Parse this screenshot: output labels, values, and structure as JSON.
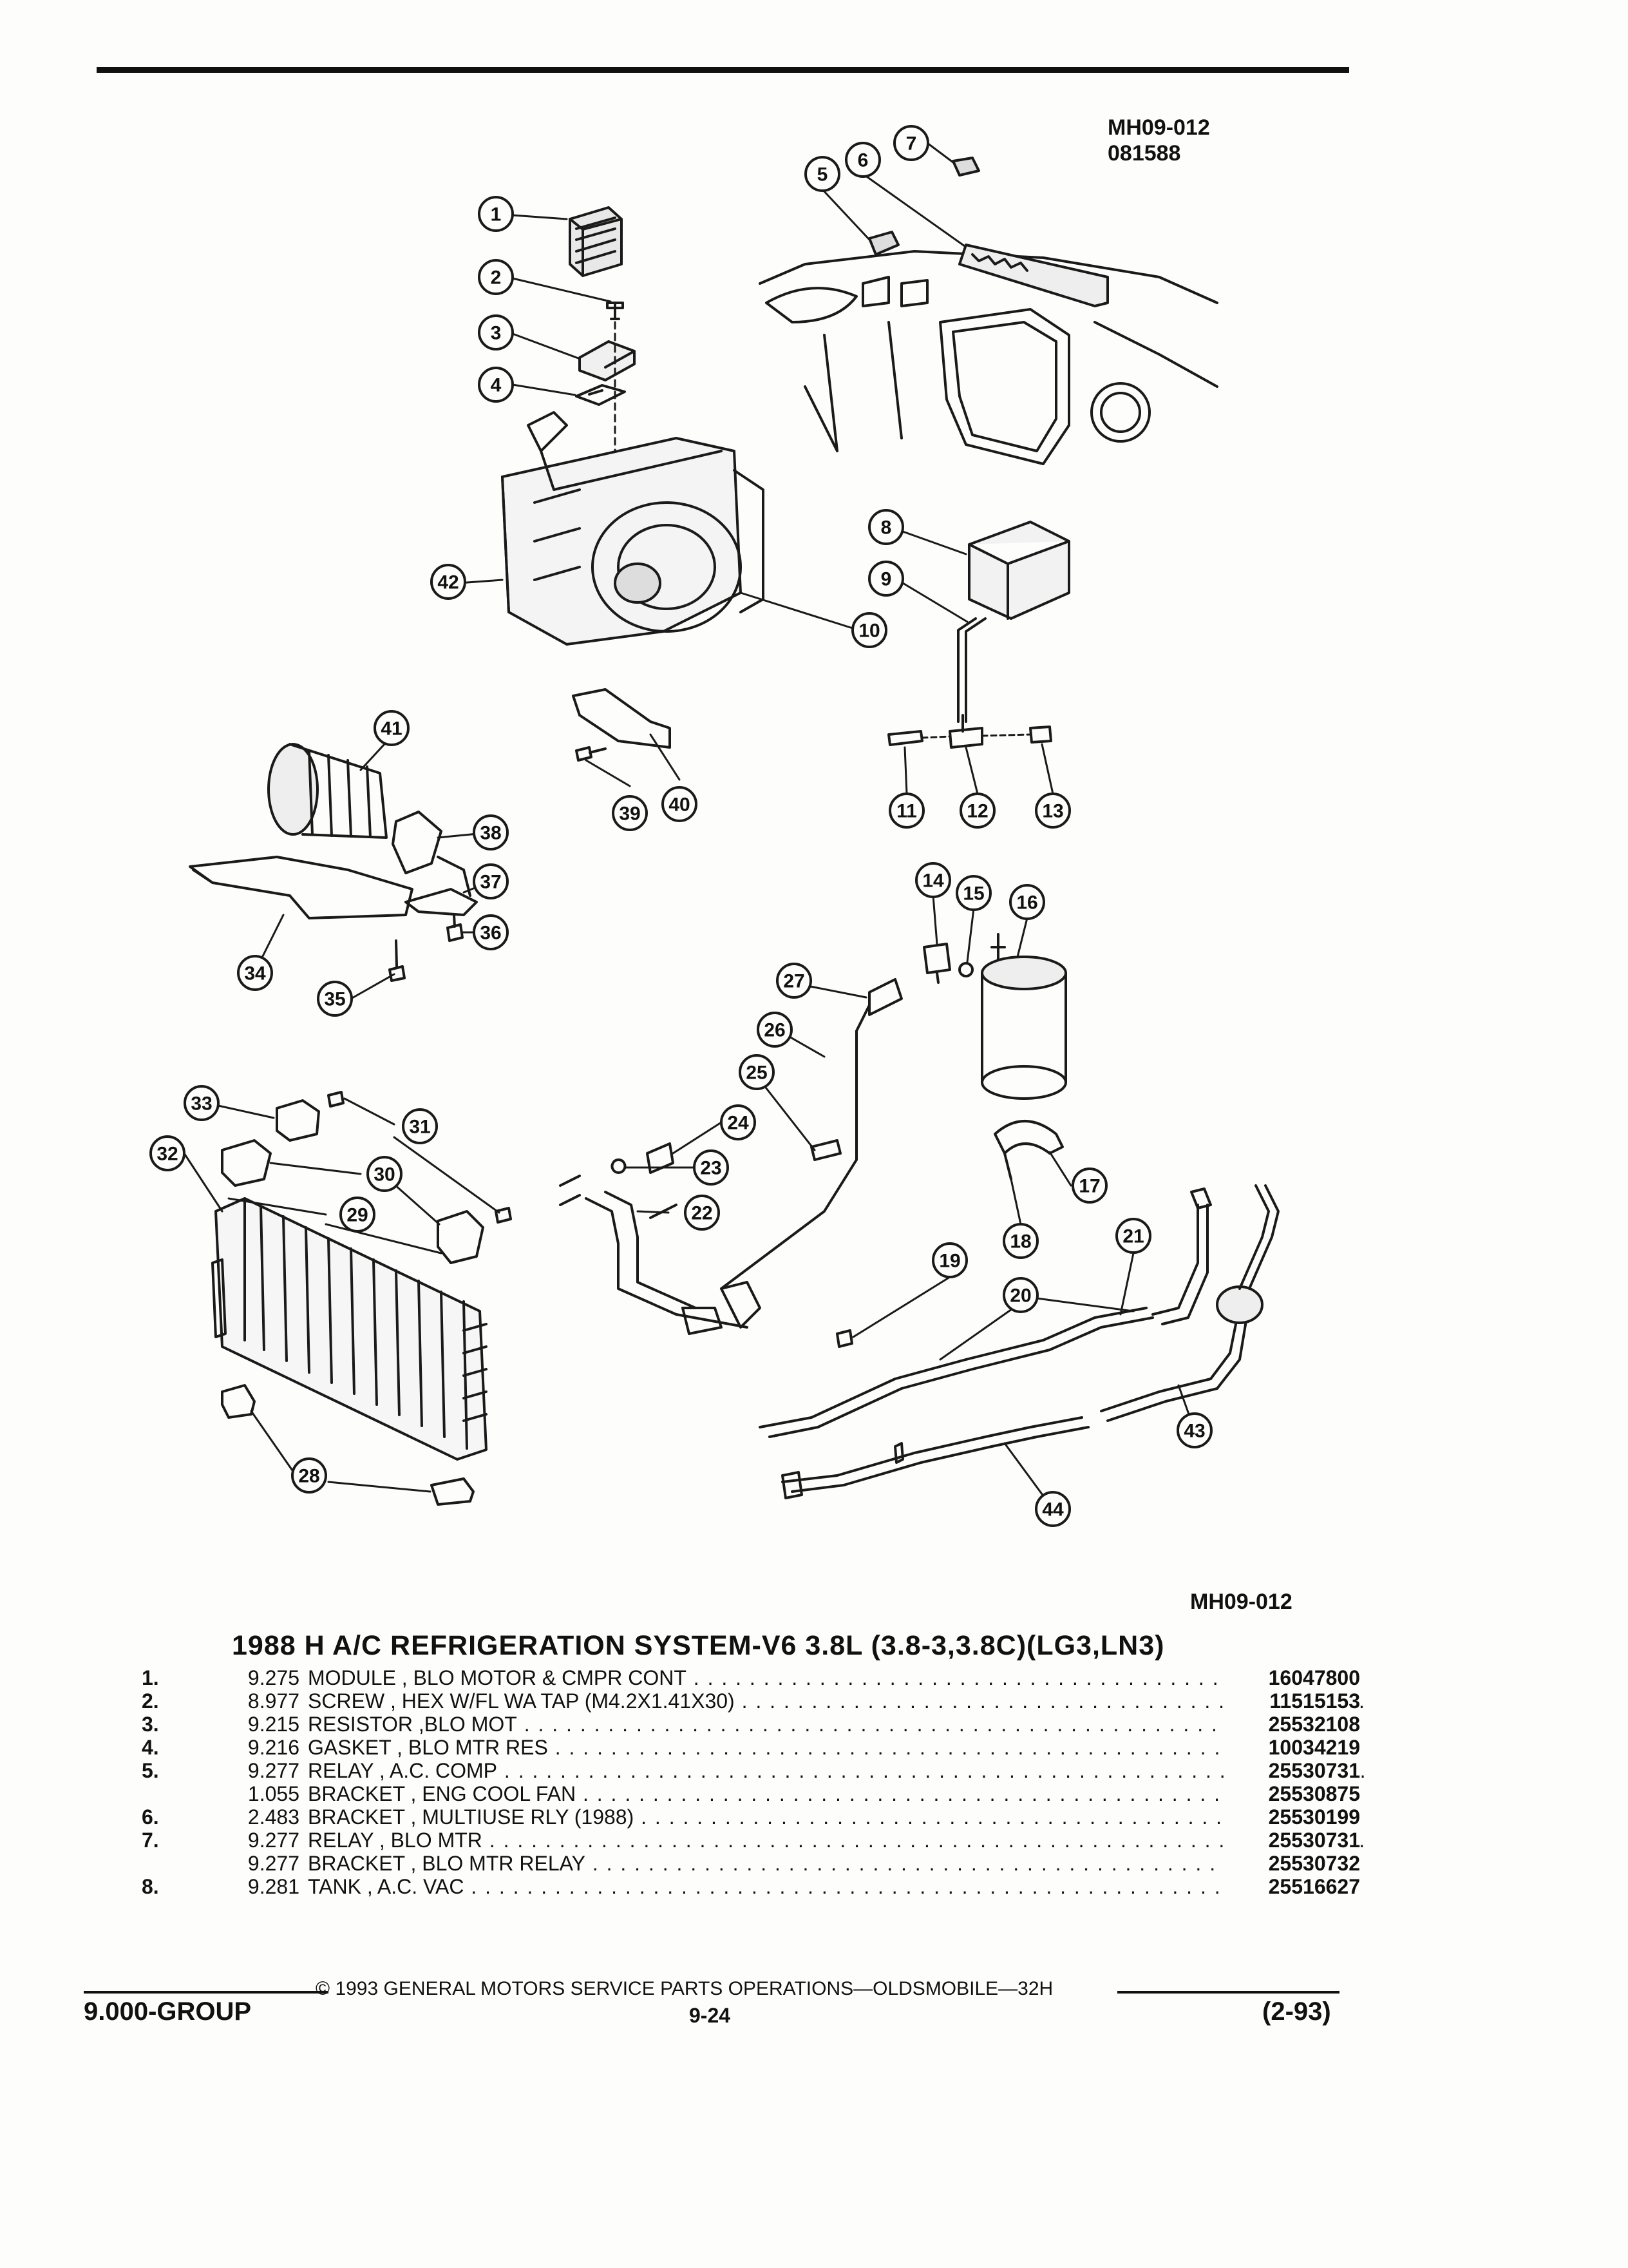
{
  "figure": {
    "code": "MH09-012",
    "date": "081588",
    "bottom_code": "MH09-012"
  },
  "callouts": [
    "1",
    "2",
    "3",
    "4",
    "5",
    "6",
    "7",
    "8",
    "9",
    "10",
    "11",
    "12",
    "13",
    "14",
    "15",
    "16",
    "17",
    "18",
    "19",
    "20",
    "21",
    "22",
    "23",
    "24",
    "25",
    "26",
    "27",
    "28",
    "29",
    "30",
    "31",
    "32",
    "33",
    "34",
    "35",
    "36",
    "37",
    "38",
    "39",
    "40",
    "41",
    "42",
    "43",
    "44"
  ],
  "title": "1988 H A/C REFRIGERATION SYSTEM-V6 3.8L (3.8-3,3.8C)(LG3,LN3)",
  "parts": [
    {
      "num": "1.",
      "code": "9.275",
      "desc": "MODULE , BLO MOTOR & CMPR CONT",
      "pn": "16047800"
    },
    {
      "num": "2.",
      "code": "8.977",
      "desc": "SCREW , HEX W/FL WA TAP (M4.2X1.41X30)",
      "pn": "11515153"
    },
    {
      "num": "3.",
      "code": "9.215",
      "desc": "RESISTOR ,BLO MOT",
      "pn": "25532108"
    },
    {
      "num": "4.",
      "code": "9.216",
      "desc": "GASKET , BLO MTR RES",
      "pn": "10034219"
    },
    {
      "num": "5.",
      "code": "9.277",
      "desc": "RELAY , A.C. COMP",
      "pn": "25530731"
    },
    {
      "num": "",
      "code": "1.055",
      "desc": "BRACKET , ENG COOL FAN",
      "pn": "25530875"
    },
    {
      "num": "6.",
      "code": "2.483",
      "desc": "BRACKET , MULTIUSE RLY (1988)",
      "pn": "25530199"
    },
    {
      "num": "7.",
      "code": "9.277",
      "desc": "RELAY , BLO MTR",
      "pn": "25530731"
    },
    {
      "num": "",
      "code": "9.277",
      "desc": "BRACKET , BLO MTR RELAY",
      "pn": "25530732"
    },
    {
      "num": "8.",
      "code": "9.281",
      "desc": "TANK , A.C. VAC",
      "pn": "25516627"
    }
  ],
  "footer": {
    "copyright": "© 1993 GENERAL MOTORS SERVICE PARTS OPERATIONS—OLDSMOBILE—32H",
    "group": "9.000-GROUP",
    "page": "9-24",
    "date_code": "(2-93)"
  }
}
